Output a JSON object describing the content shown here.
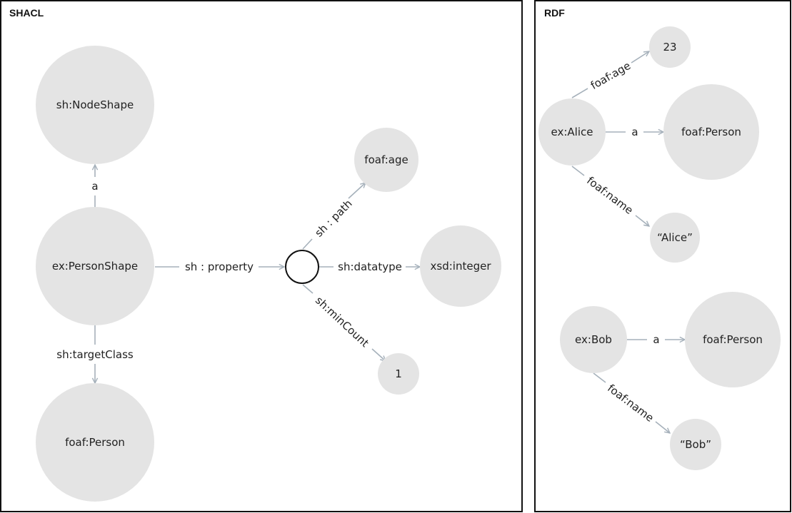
{
  "panels": {
    "shacl": {
      "title": "SHACL"
    },
    "rdf": {
      "title": "RDF"
    }
  },
  "colors": {
    "node_fill": "#e4e4e4",
    "edge": "#a6b1bb",
    "border": "#111111"
  },
  "shacl": {
    "nodes": {
      "node_shape": "sh:NodeShape",
      "person_shape": "ex:PersonShape",
      "foaf_person": "foaf:Person",
      "foaf_age": "foaf:age",
      "xsd_integer": "xsd:integer",
      "min_count_value": "1"
    },
    "edges": {
      "a": "a",
      "target_class": "sh:targetClass",
      "property": "sh : property",
      "path": "sh : path",
      "datatype": "sh:datatype",
      "min_count": "sh:minCount"
    }
  },
  "rdf": {
    "nodes": {
      "alice": "ex:Alice",
      "age_value": "23",
      "alice_type": "foaf:Person",
      "alice_name": "“Alice”",
      "bob": "ex:Bob",
      "bob_type": "foaf:Person",
      "bob_name": "“Bob”"
    },
    "edges": {
      "alice_age": "foaf:age",
      "alice_a": "a",
      "alice_name": "foaf:name",
      "bob_a": "a",
      "bob_name": "foaf:name"
    }
  }
}
